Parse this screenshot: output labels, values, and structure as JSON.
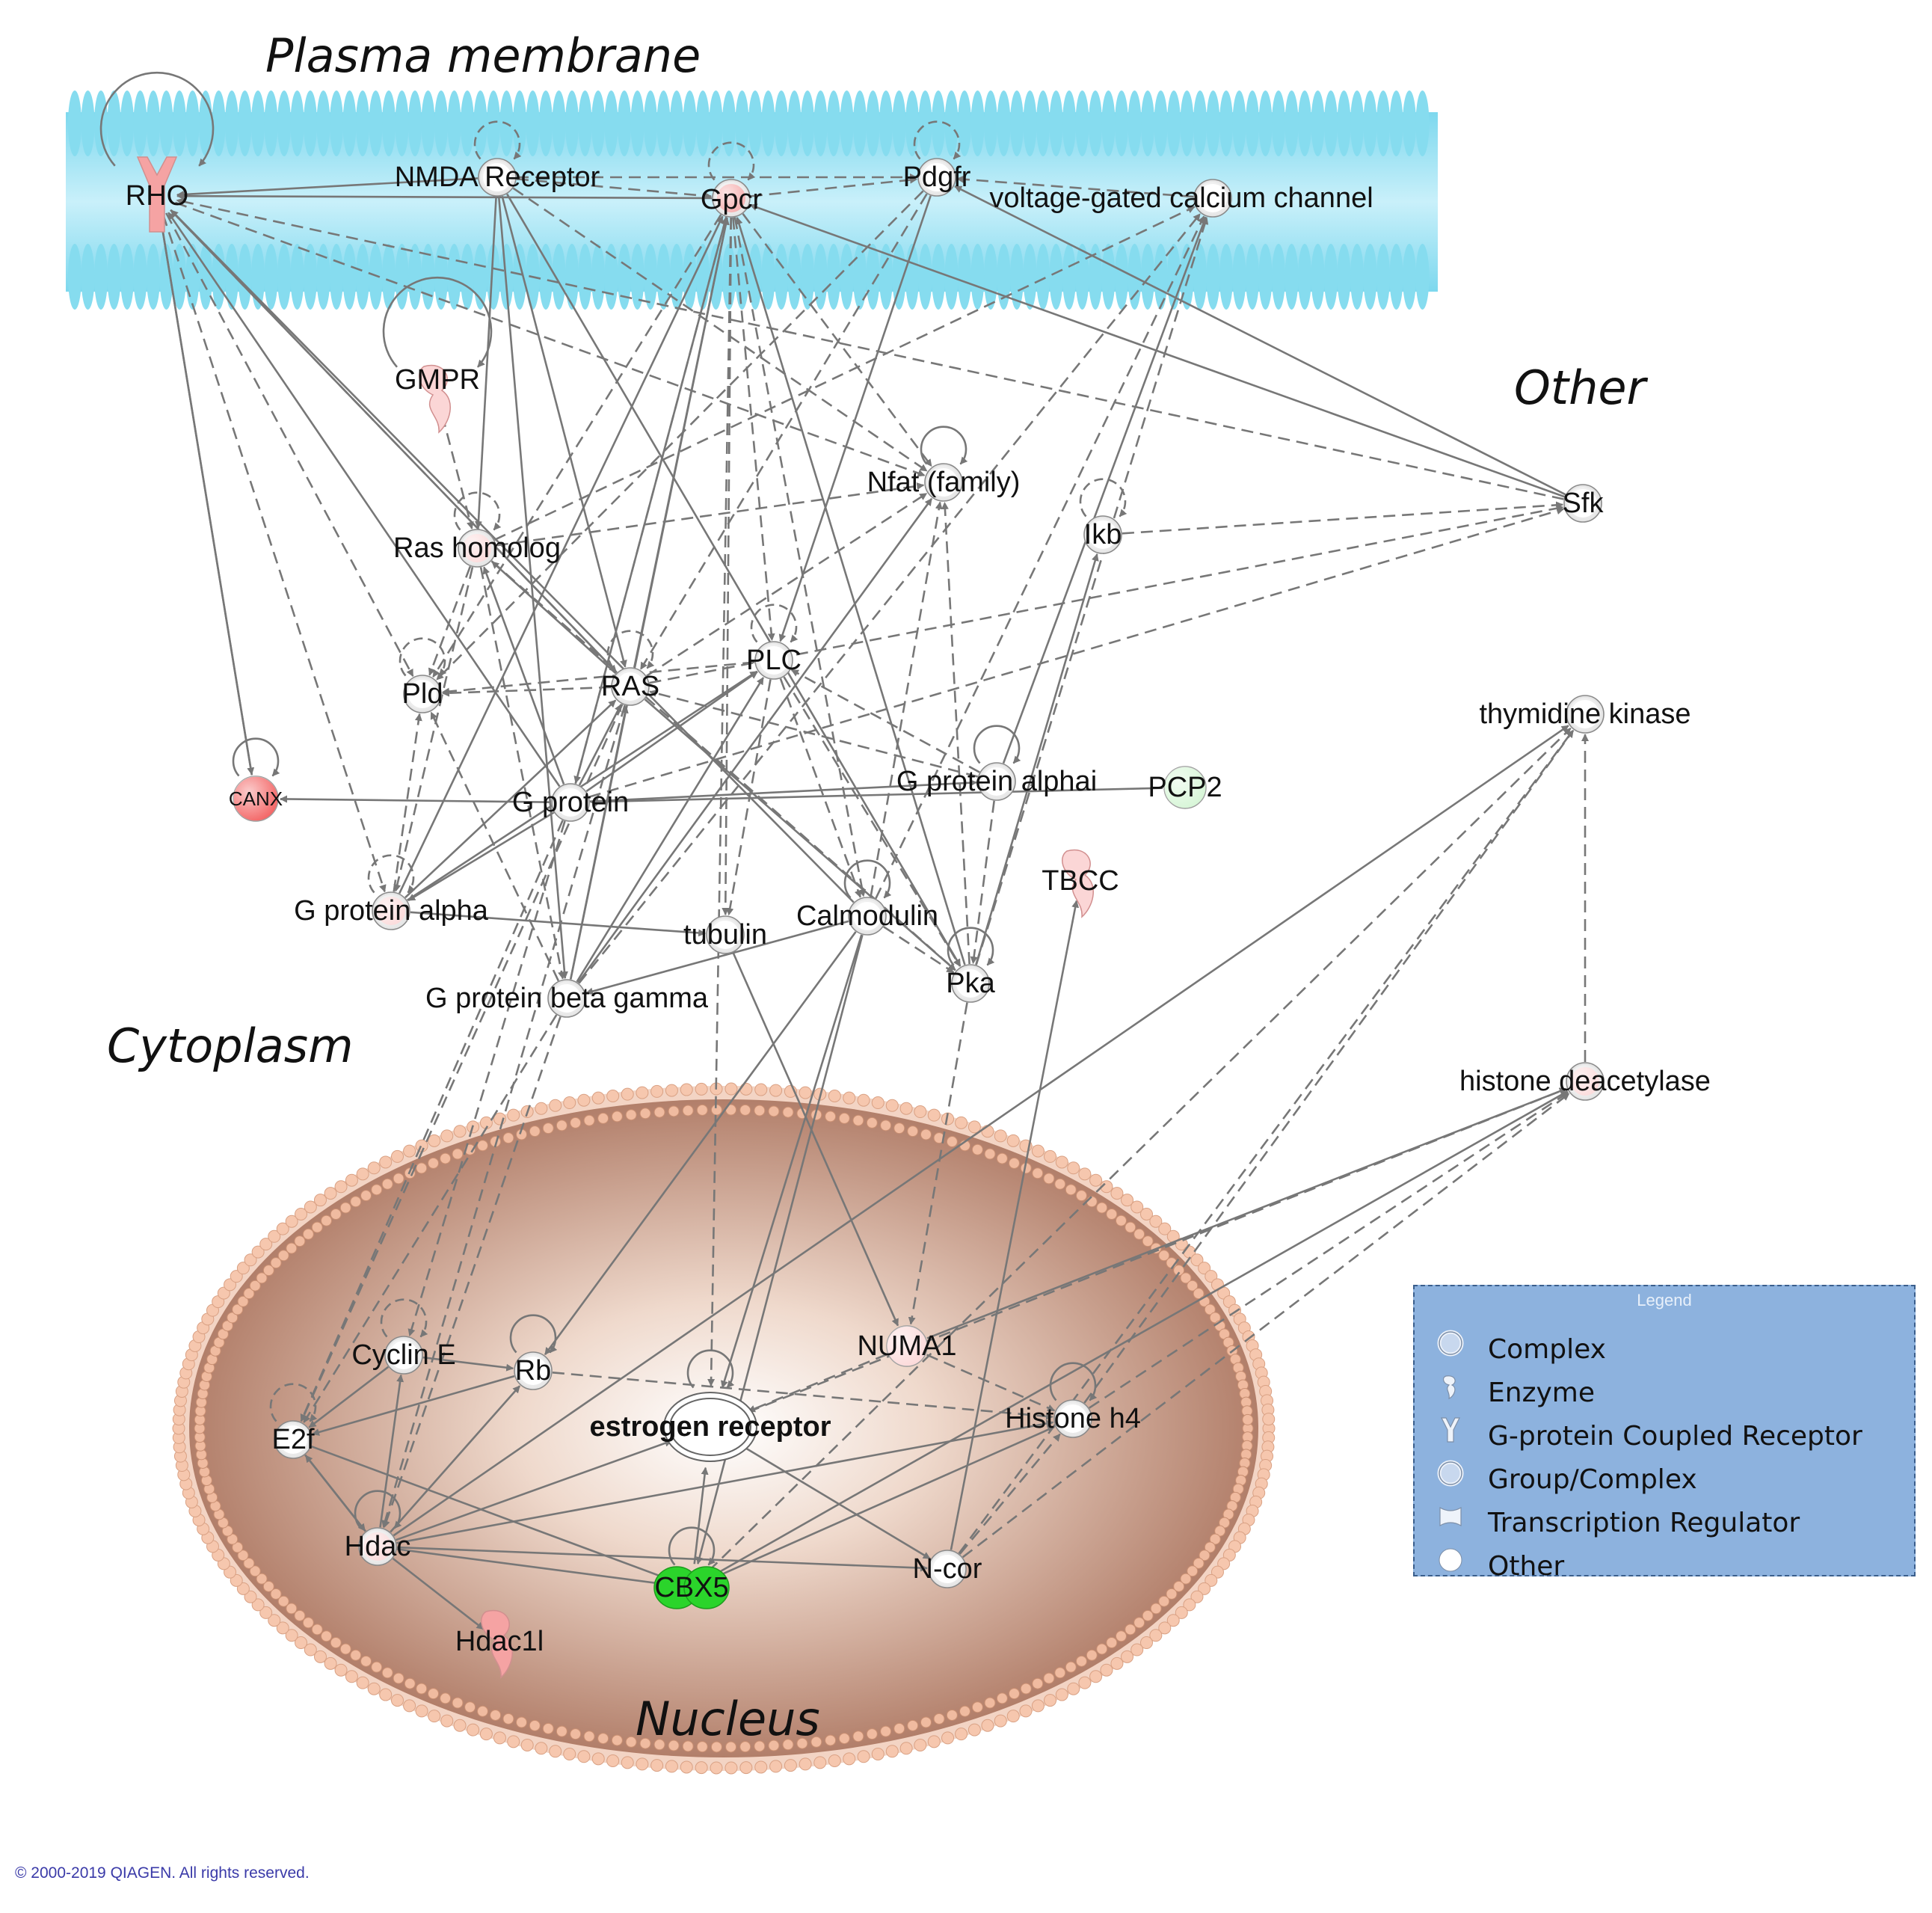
{
  "regions": {
    "plasma_membrane": "Plasma membrane",
    "other": "Other",
    "cytoplasm": "Cytoplasm",
    "nucleus": "Nucleus"
  },
  "colors": {
    "membrane": "#86dcef",
    "nucleus": "#b98668",
    "up_strong": "#f25757",
    "up_medium": "#f5a3a3",
    "up_light": "#fbd6d6",
    "down_strong": "#2bd42b",
    "down_light": "#d3f5d3",
    "neutral": "#ffffff",
    "edge": "#777777",
    "legend_bg": "#8db2de"
  },
  "nodes": [
    {
      "id": "RHO",
      "label": "RHO",
      "shape": "gpcr",
      "fill": "up_medium"
    },
    {
      "id": "NMDA",
      "label": "NMDA Receptor",
      "shape": "complex",
      "fill": "neutral"
    },
    {
      "id": "Gpcr",
      "label": "Gpcr",
      "shape": "complex",
      "fill": "up_medium"
    },
    {
      "id": "Pdgfr",
      "label": "Pdgfr",
      "shape": "complex",
      "fill": "neutral"
    },
    {
      "id": "VGCC",
      "label": "voltage-gated calcium channel",
      "shape": "complex",
      "fill": "neutral"
    },
    {
      "id": "GMPR",
      "label": "GMPR",
      "shape": "enzyme",
      "fill": "up_light"
    },
    {
      "id": "Nfat",
      "label": "Nfat (family)",
      "shape": "complex",
      "fill": "neutral"
    },
    {
      "id": "Sfk",
      "label": "Sfk",
      "shape": "complex",
      "fill": "neutral"
    },
    {
      "id": "RasH",
      "label": "Ras homolog",
      "shape": "complex",
      "fill": "up_light"
    },
    {
      "id": "Ikb",
      "label": "Ikb",
      "shape": "complex",
      "fill": "neutral"
    },
    {
      "id": "Pld",
      "label": "Pld",
      "shape": "complex",
      "fill": "neutral"
    },
    {
      "id": "RAS",
      "label": "RAS",
      "shape": "complex",
      "fill": "neutral"
    },
    {
      "id": "PLC",
      "label": "PLC",
      "shape": "complex",
      "fill": "neutral"
    },
    {
      "id": "TK",
      "label": "thymidine kinase",
      "shape": "complex",
      "fill": "neutral"
    },
    {
      "id": "CANX",
      "label": "CANX",
      "shape": "other",
      "fill": "up_strong"
    },
    {
      "id": "Gprot",
      "label": "G protein",
      "shape": "complex",
      "fill": "neutral"
    },
    {
      "id": "Galphai",
      "label": "G protein alphai",
      "shape": "complex",
      "fill": "neutral"
    },
    {
      "id": "PCP2",
      "label": "PCP2",
      "shape": "other",
      "fill": "down_light"
    },
    {
      "id": "TBCC",
      "label": "TBCC",
      "shape": "enzyme",
      "fill": "up_light"
    },
    {
      "id": "Galpha",
      "label": "G protein alpha",
      "shape": "complex",
      "fill": "up_light"
    },
    {
      "id": "tubulin",
      "label": "tubulin",
      "shape": "complex",
      "fill": "neutral"
    },
    {
      "id": "Calm",
      "label": "Calmodulin",
      "shape": "complex",
      "fill": "neutral"
    },
    {
      "id": "Pka",
      "label": "Pka",
      "shape": "complex",
      "fill": "neutral"
    },
    {
      "id": "Gbg",
      "label": "G protein beta gamma",
      "shape": "complex",
      "fill": "neutral"
    },
    {
      "id": "HDACfam",
      "label": "histone deacetylase",
      "shape": "complex",
      "fill": "up_light"
    },
    {
      "id": "CyclinE",
      "label": "Cyclin E",
      "shape": "complex",
      "fill": "neutral"
    },
    {
      "id": "Rb",
      "label": "Rb",
      "shape": "complex",
      "fill": "neutral"
    },
    {
      "id": "NUMA1",
      "label": "NUMA1",
      "shape": "other",
      "fill": "up_light"
    },
    {
      "id": "ER",
      "label": "estrogen receptor",
      "shape": "group",
      "fill": "neutral"
    },
    {
      "id": "H4",
      "label": "Histone h4",
      "shape": "complex",
      "fill": "neutral"
    },
    {
      "id": "E2f",
      "label": "E2f",
      "shape": "complex",
      "fill": "neutral"
    },
    {
      "id": "Hdac",
      "label": "Hdac",
      "shape": "complex",
      "fill": "up_light"
    },
    {
      "id": "CBX5",
      "label": "CBX5",
      "shape": "transcription",
      "fill": "down_strong"
    },
    {
      "id": "Ncor",
      "label": "N-cor",
      "shape": "complex",
      "fill": "neutral"
    },
    {
      "id": "Hdac1l",
      "label": "Hdac1l",
      "shape": "enzyme",
      "fill": "up_medium"
    }
  ],
  "edges": [
    {
      "from": "NMDA",
      "to": "RHO",
      "dashed": false
    },
    {
      "from": "Gpcr",
      "to": "RHO",
      "dashed": false
    },
    {
      "from": "NMDA",
      "to": "Gpcr",
      "dashed": true
    },
    {
      "from": "Gpcr",
      "to": "Pdgfr",
      "dashed": true
    },
    {
      "from": "NMDA",
      "to": "Pdgfr",
      "dashed": true
    },
    {
      "from": "VGCC",
      "to": "Pdgfr",
      "dashed": true
    },
    {
      "from": "Sfk",
      "to": "Pdgfr",
      "dashed": false
    },
    {
      "from": "Sfk",
      "to": "Gpcr",
      "dashed": false
    },
    {
      "from": "Sfk",
      "to": "RHO",
      "dashed": true
    },
    {
      "from": "RHO",
      "to": "CANX",
      "dashed": false
    },
    {
      "from": "CANX",
      "to": "RHO",
      "dashed": false
    },
    {
      "from": "Gprot",
      "to": "CANX",
      "dashed": false
    },
    {
      "from": "RHO",
      "to": "Pld",
      "dashed": true
    },
    {
      "from": "RHO",
      "to": "Galpha",
      "dashed": true
    },
    {
      "from": "RHO",
      "to": "RAS",
      "dashed": true
    },
    {
      "from": "RHO",
      "to": "Nfat",
      "dashed": true
    },
    {
      "from": "Gprot",
      "to": "RHO",
      "dashed": false
    },
    {
      "from": "RAS",
      "to": "RHO",
      "dashed": false
    },
    {
      "from": "Calm",
      "to": "RHO",
      "dashed": false
    },
    {
      "from": "NMDA",
      "to": "RasH",
      "dashed": false
    },
    {
      "from": "NMDA",
      "to": "Gbg",
      "dashed": false
    },
    {
      "from": "NMDA",
      "to": "RAS",
      "dashed": false
    },
    {
      "from": "NMDA",
      "to": "Pka",
      "dashed": false
    },
    {
      "from": "NMDA",
      "to": "Nfat",
      "dashed": true
    },
    {
      "from": "Gprot",
      "to": "Gpcr",
      "dashed": false
    },
    {
      "from": "Gbg",
      "to": "Gpcr",
      "dashed": false
    },
    {
      "from": "Galpha",
      "to": "Gpcr",
      "dashed": false
    },
    {
      "from": "RAS",
      "to": "Gpcr",
      "dashed": false
    },
    {
      "from": "Pka",
      "to": "Gpcr",
      "dashed": false
    },
    {
      "from": "Gpcr",
      "to": "PLC",
      "dashed": true
    },
    {
      "from": "Gpcr",
      "to": "Nfat",
      "dashed": true
    },
    {
      "from": "Gpcr",
      "to": "Calm",
      "dashed": true
    },
    {
      "from": "Gpcr",
      "to": "tubulin",
      "dashed": true
    },
    {
      "from": "Gpcr",
      "to": "Gprot",
      "dashed": true
    },
    {
      "from": "Gpcr",
      "to": "ER",
      "dashed": true
    },
    {
      "from": "Gpcr",
      "to": "Pld",
      "dashed": true
    },
    {
      "from": "Pdgfr",
      "to": "PLC",
      "dashed": false
    },
    {
      "from": "Pdgfr",
      "to": "RAS",
      "dashed": true
    },
    {
      "from": "Pdgfr",
      "to": "Pld",
      "dashed": true
    },
    {
      "from": "Galphai",
      "to": "VGCC",
      "dashed": false
    },
    {
      "from": "Calm",
      "to": "VGCC",
      "dashed": true
    },
    {
      "from": "Pka",
      "to": "VGCC",
      "dashed": true
    },
    {
      "from": "RasH",
      "to": "VGCC",
      "dashed": true
    },
    {
      "from": "Gbg",
      "to": "VGCC",
      "dashed": true
    },
    {
      "from": "GMPR",
      "to": "RasH",
      "dashed": true
    },
    {
      "from": "RasH",
      "to": "Pld",
      "dashed": true
    },
    {
      "from": "RasH",
      "to": "Galpha",
      "dashed": true
    },
    {
      "from": "RasH",
      "to": "Gbg",
      "dashed": true
    },
    {
      "from": "RasH",
      "to": "Nfat",
      "dashed": true
    },
    {
      "from": "RasH",
      "to": "Pka",
      "dashed": true
    },
    {
      "from": "RAS",
      "to": "Pld",
      "dashed": true
    },
    {
      "from": "RAS",
      "to": "Sfk",
      "dashed": true
    },
    {
      "from": "RAS",
      "to": "Nfat",
      "dashed": true
    },
    {
      "from": "RAS",
      "to": "Pka",
      "dashed": false
    },
    {
      "from": "RAS",
      "to": "RasH",
      "dashed": false
    },
    {
      "from": "Gprot",
      "to": "Galpha",
      "dashed": false
    },
    {
      "from": "Gprot",
      "to": "Galphai",
      "dashed": false
    },
    {
      "from": "Gprot",
      "to": "RAS",
      "dashed": false
    },
    {
      "from": "Gprot",
      "to": "PLC",
      "dashed": false
    },
    {
      "from": "Gprot",
      "to": "Sfk",
      "dashed": true
    },
    {
      "from": "Gprot",
      "to": "RasH",
      "dashed": false
    },
    {
      "from": "Gbg",
      "to": "PLC",
      "dashed": false
    },
    {
      "from": "Gbg",
      "to": "RAS",
      "dashed": false
    },
    {
      "from": "Gbg",
      "to": "Pld",
      "dashed": true
    },
    {
      "from": "Gbg",
      "to": "Nfat",
      "dashed": false
    },
    {
      "from": "Galpha",
      "to": "RAS",
      "dashed": false
    },
    {
      "from": "Galpha",
      "to": "PLC",
      "dashed": false
    },
    {
      "from": "Galpha",
      "to": "Pld",
      "dashed": true
    },
    {
      "from": "Galpha",
      "to": "tubulin",
      "dashed": false
    },
    {
      "from": "Galphai",
      "to": "PLC",
      "dashed": true
    },
    {
      "from": "Galphai",
      "to": "RAS",
      "dashed": true
    },
    {
      "from": "Galphai",
      "to": "Pka",
      "dashed": true
    },
    {
      "from": "PCP2",
      "to": "Gprot",
      "dashed": false
    },
    {
      "from": "PLC",
      "to": "Calm",
      "dashed": true
    },
    {
      "from": "PLC",
      "to": "Pka",
      "dashed": true
    },
    {
      "from": "PLC",
      "to": "tubulin",
      "dashed": true
    },
    {
      "from": "PLC",
      "to": "Pld",
      "dashed": true
    },
    {
      "from": "Pka",
      "to": "Nfat",
      "dashed": true
    },
    {
      "from": "Pka",
      "to": "Ikb",
      "dashed": false
    },
    {
      "from": "Pka",
      "to": "NUMA1",
      "dashed": true
    },
    {
      "from": "Calm",
      "to": "Nfat",
      "dashed": true
    },
    {
      "from": "Calm",
      "to": "Gbg",
      "dashed": false
    },
    {
      "from": "Calm",
      "to": "ER",
      "dashed": false
    },
    {
      "from": "Calm",
      "to": "Pka",
      "dashed": true
    },
    {
      "from": "tubulin",
      "to": "NUMA1",
      "dashed": false
    },
    {
      "from": "Ncor",
      "to": "TBCC",
      "dashed": false
    },
    {
      "from": "Ikb",
      "to": "Sfk",
      "dashed": true
    },
    {
      "from": "HDACfam",
      "to": "TK",
      "dashed": true
    },
    {
      "from": "Hdac",
      "to": "TK",
      "dashed": false
    },
    {
      "from": "CBX5",
      "to": "TK",
      "dashed": true
    },
    {
      "from": "Ncor",
      "to": "TK",
      "dashed": true
    },
    {
      "from": "H4",
      "to": "TK",
      "dashed": true
    },
    {
      "from": "NUMA1",
      "to": "HDACfam",
      "dashed": false
    },
    {
      "from": "H4",
      "to": "HDACfam",
      "dashed": true
    },
    {
      "from": "Ncor",
      "to": "HDACfam",
      "dashed": true
    },
    {
      "from": "CBX5",
      "to": "HDACfam",
      "dashed": false
    },
    {
      "from": "ER",
      "to": "HDACfam",
      "dashed": true
    },
    {
      "from": "Gprot",
      "to": "CyclinE",
      "dashed": true
    },
    {
      "from": "Gprot",
      "to": "E2f",
      "dashed": true
    },
    {
      "from": "RAS",
      "to": "E2f",
      "dashed": true
    },
    {
      "from": "RAS",
      "to": "Hdac",
      "dashed": true
    },
    {
      "from": "Gbg",
      "to": "E2f",
      "dashed": true
    },
    {
      "from": "Calm",
      "to": "Rb",
      "dashed": false
    },
    {
      "from": "CyclinE",
      "to": "E2f",
      "dashed": false
    },
    {
      "from": "Rb",
      "to": "E2f",
      "dashed": false
    },
    {
      "from": "CyclinE",
      "to": "Rb",
      "dashed": false
    },
    {
      "from": "Hdac",
      "to": "Rb",
      "dashed": false
    },
    {
      "from": "Hdac",
      "to": "E2f",
      "dashed": false
    },
    {
      "from": "Hdac",
      "to": "CyclinE",
      "dashed": false
    },
    {
      "from": "Hdac",
      "to": "ER",
      "dashed": false
    },
    {
      "from": "Hdac",
      "to": "CBX5",
      "dashed": false
    },
    {
      "from": "Hdac",
      "to": "Hdac1l",
      "dashed": false
    },
    {
      "from": "Hdac",
      "to": "H4",
      "dashed": false
    },
    {
      "from": "Hdac",
      "to": "Ncor",
      "dashed": false
    },
    {
      "from": "E2f",
      "to": "CBX5",
      "dashed": false
    },
    {
      "from": "E2f",
      "to": "Hdac",
      "dashed": false
    },
    {
      "from": "Rb",
      "to": "H4",
      "dashed": true
    },
    {
      "from": "NUMA1",
      "to": "H4",
      "dashed": true
    },
    {
      "from": "CBX5",
      "to": "H4",
      "dashed": false
    },
    {
      "from": "Ncor",
      "to": "H4",
      "dashed": true
    },
    {
      "from": "ER",
      "to": "Ncor",
      "dashed": false
    },
    {
      "from": "CBX5",
      "to": "ER",
      "dashed": false
    },
    {
      "from": "NUMA1",
      "to": "ER",
      "dashed": true
    },
    {
      "from": "Calm",
      "to": "CBX5",
      "dashed": false
    },
    {
      "from": "Gbg",
      "to": "Hdac",
      "dashed": true
    }
  ],
  "self_loops": [
    "RHO",
    "NMDA",
    "Gpcr",
    "Pdgfr",
    "GMPR",
    "Nfat",
    "Ikb",
    "RasH",
    "Pld",
    "RAS",
    "PLC",
    "CANX",
    "Galphai",
    "Galpha",
    "Calm",
    "Pka",
    "CyclinE",
    "Rb",
    "ER",
    "H4",
    "E2f",
    "Hdac",
    "CBX5"
  ],
  "legend": {
    "title": "Legend",
    "items": [
      {
        "icon": "complex-icon",
        "label": "Complex"
      },
      {
        "icon": "enzyme-icon",
        "label": "Enzyme"
      },
      {
        "icon": "gpcr-icon",
        "label": "G-protein Coupled Receptor"
      },
      {
        "icon": "group-icon",
        "label": "Group/Complex"
      },
      {
        "icon": "transcription-regulator-icon",
        "label": "Transcription Regulator"
      },
      {
        "icon": "other-icon",
        "label": "Other"
      }
    ]
  },
  "copyright": "© 2000-2019 QIAGEN. All rights reserved."
}
